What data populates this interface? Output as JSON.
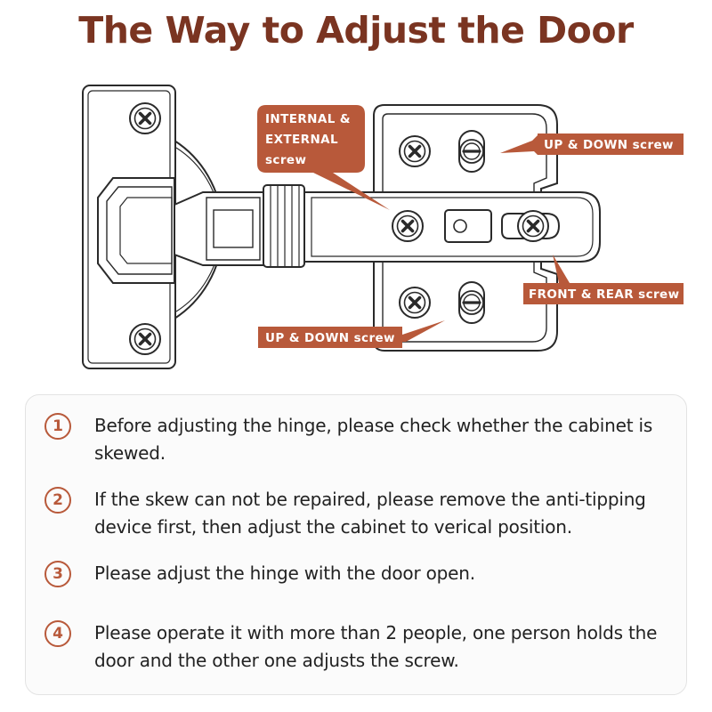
{
  "title": "The Way to Adjust the Door",
  "labels": {
    "internal_external_line1": "INTERNAL &",
    "internal_external_line2": "EXTERNAL",
    "internal_external_line3": "screw",
    "up_down_top": "UP & DOWN screw",
    "front_rear": "FRONT & REAR screw",
    "up_down_bottom": "UP & DOWN screw"
  },
  "steps": [
    {
      "number": "1",
      "text": "Before adjusting the hinge, please check whether the cabinet is skewed."
    },
    {
      "number": "2",
      "text": "If the skew can not be repaired, please remove the anti-tipping device first, then adjust the cabinet to verical position."
    },
    {
      "number": "3",
      "text": "Please adjust the hinge with the door open."
    },
    {
      "number": "4",
      "text": "Please operate it with more than 2 people, one person holds the door and the other one adjusts the screw."
    }
  ],
  "colors": {
    "title": "#7a3421",
    "label_bg": "#b8593a",
    "number": "#b8593a",
    "line": "#2a2a2a"
  }
}
